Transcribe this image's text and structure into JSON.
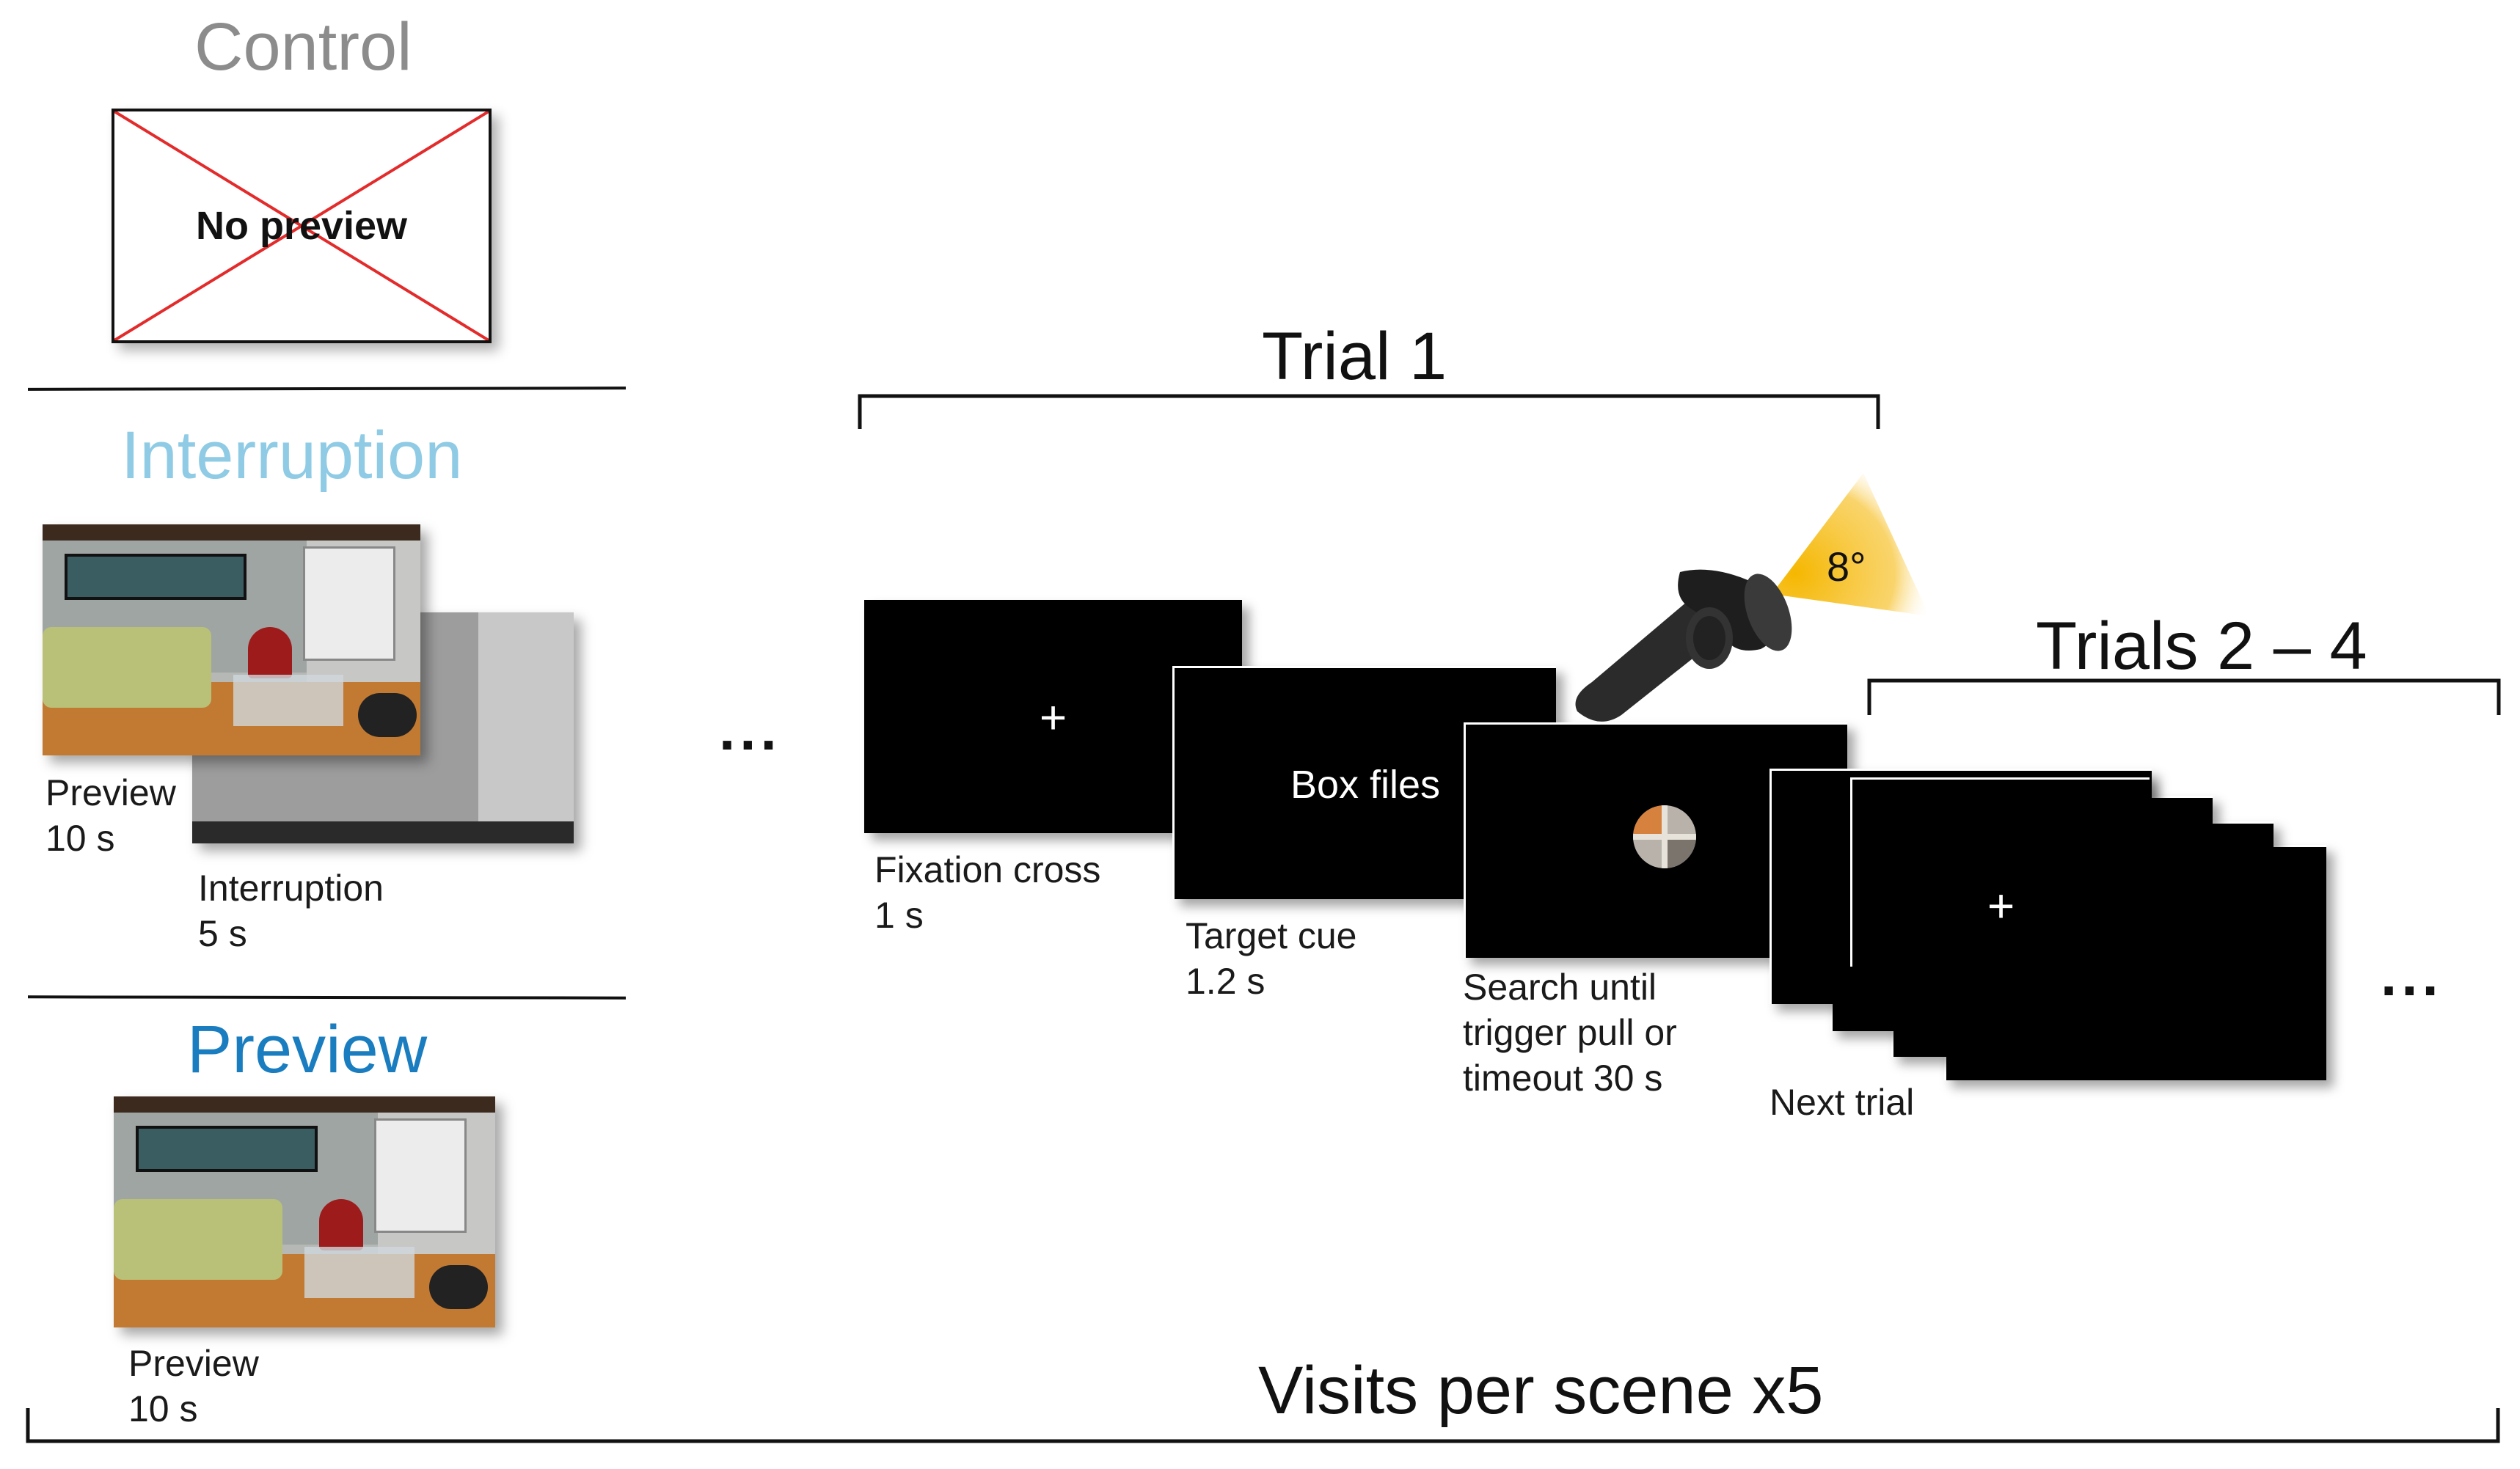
{
  "control": {
    "title": "Control",
    "title_color": "#8c8c8c",
    "box_label": "No preview",
    "cross_color": "#e32b2b"
  },
  "interruption": {
    "title": "Interruption",
    "title_color": "#8fcbe5",
    "preview_label": "Preview\n10 s",
    "interruption_label": "Interruption\n5 s"
  },
  "preview": {
    "title": "Preview",
    "title_color": "#1a7dbf",
    "preview_label": "Preview\n10 s"
  },
  "ellipsis": "...",
  "trial1": {
    "title": "Trial 1",
    "fixation_symbol": "+",
    "fixation_label": "Fixation cross\n1 s",
    "cue_text": "Box files",
    "cue_label": "Target cue\n1.2 s",
    "search_label": "Search until\ntrigger pull or\ntimeout 30 s",
    "angle_label": "8°",
    "beam_color": "#f5b700"
  },
  "trials2_4": {
    "title": "Trials 2 – 4",
    "fixation_symbol": "+",
    "next_label": "Next trial",
    "ellipsis": "..."
  },
  "footer": {
    "title": "Visits per scene x5"
  }
}
